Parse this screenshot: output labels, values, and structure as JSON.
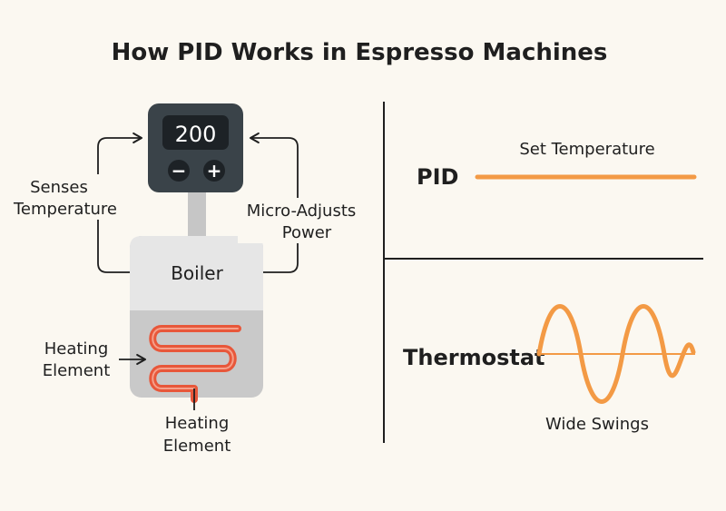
{
  "title": "How PID Works in Espresso Machines",
  "controller": {
    "display_value": "200",
    "minus_symbol": "−",
    "plus_symbol": "+"
  },
  "labels": {
    "senses_line1": "Senses",
    "senses_line2": "Temperature",
    "adjusts_line1": "Micro-Adjusts",
    "adjusts_line2": "Power",
    "boiler": "Boiler",
    "heating_left_line1": "Heating",
    "heating_left_line2": "Element",
    "heating_bottom_line1": "Heating",
    "heating_bottom_line2": "Element"
  },
  "comparison": {
    "pid_label": "PID",
    "set_temperature": "Set Temperature",
    "thermostat_label": "Thermostat",
    "wide_swings": "Wide Swings"
  },
  "colors": {
    "orange": "#f39a45",
    "coil": "#e8573a",
    "coil_light": "#f6a08a",
    "controller_body": "#3a4349",
    "display_bg": "#1d2226",
    "boiler_top": "#e6e6e6",
    "boiler_bottom": "#c9c9c9",
    "pipe": "#c6c6c6"
  }
}
